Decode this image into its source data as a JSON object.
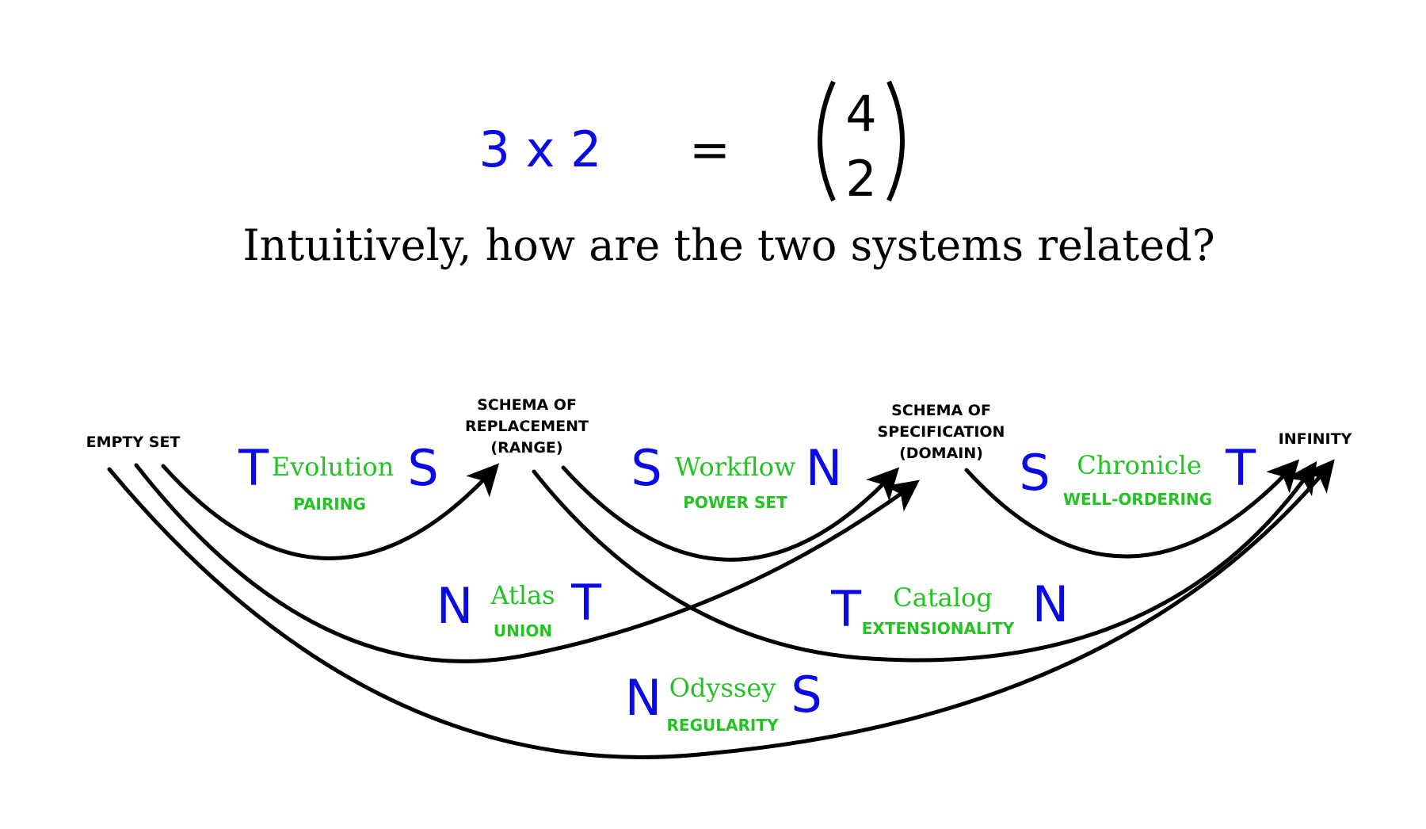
{
  "equation": {
    "lhs": "3 x 2",
    "equals": "=",
    "binom_top": "4",
    "binom_bottom": "2"
  },
  "question": "Intuitively, how are the two systems related?",
  "colors": {
    "letters": "#0a0ae6",
    "green": "#22c322",
    "ink": "#000000"
  },
  "nodes": {
    "empty_set": [
      "EMPTY SET"
    ],
    "replacement": [
      "SCHEMA OF",
      "REPLACEMENT",
      "(RANGE)"
    ],
    "specification": [
      "SCHEMA OF",
      "SPECIFICATION",
      "(DOMAIN)"
    ],
    "infinity": [
      "INFINITY"
    ]
  },
  "edges": [
    {
      "id": "pairing",
      "from": "EMPTY SET",
      "to": "SCHEMA OF REPLACEMENT (RANGE)",
      "word": "Evolution",
      "axiom": "PAIRING",
      "left_letter": "T",
      "right_letter": "S"
    },
    {
      "id": "powerset",
      "from": "SCHEMA OF REPLACEMENT (RANGE)",
      "to": "SCHEMA OF SPECIFICATION (DOMAIN)",
      "word": "Workflow",
      "axiom": "POWER SET",
      "left_letter": "S",
      "right_letter": "N"
    },
    {
      "id": "wellordering",
      "from": "SCHEMA OF SPECIFICATION (DOMAIN)",
      "to": "INFINITY",
      "word": "Chronicle",
      "axiom": "WELL-ORDERING",
      "left_letter": "S",
      "right_letter": "T"
    },
    {
      "id": "union",
      "from": "EMPTY SET",
      "to": "SCHEMA OF SPECIFICATION (DOMAIN)",
      "word": "Atlas",
      "axiom": "UNION",
      "left_letter": "N",
      "right_letter": "T"
    },
    {
      "id": "extensionality",
      "from": "SCHEMA OF REPLACEMENT (RANGE)",
      "to": "INFINITY",
      "word": "Catalog",
      "axiom": "EXTENSIONALITY",
      "left_letter": "T",
      "right_letter": "N"
    },
    {
      "id": "regularity",
      "from": "EMPTY SET",
      "to": "INFINITY",
      "word": "Odyssey",
      "axiom": "REGULARITY",
      "left_letter": "N",
      "right_letter": "S"
    }
  ]
}
